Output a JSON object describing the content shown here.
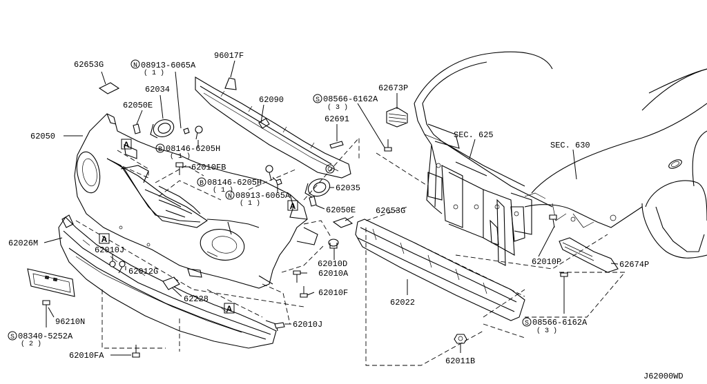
{
  "diagram_code": "J62000WD",
  "reference_box_letter": "A",
  "labels": {
    "l62653G_top": "62653G",
    "lN08913_top": "08913-6065A",
    "lN08913_top_qty": "( 1 )",
    "l96017F": "96017F",
    "l62034": "62034",
    "l62050E_top": "62050E",
    "l62050": "62050",
    "l08146_top": "08146-6205H",
    "l08146_top_qty": "( 1 )",
    "l62010FB": "62010FB",
    "l62090": "62090",
    "l62691": "62691",
    "l08146_mid": "08146-6205H",
    "l08146_mid_qty": "( 1 )",
    "lN08913_mid": "08913-6065A",
    "lN08913_mid_qty": "( 1 )",
    "l62035": "62035",
    "l62050E_mid": "62050E",
    "l62653G_mid": "62653G",
    "lS08566_top": "08566-6162A",
    "lS08566_top_qty": "( 3 )",
    "l62673P": "62673P",
    "lSEC625": "SEC. 625",
    "lSEC630": "SEC. 630",
    "l62026M": "62026M",
    "l62010J_left": "62010J",
    "l62012G": "62012G",
    "l62228": "62228",
    "l62010D": "62010D",
    "l62010A": "62010A",
    "l62010F": "62010F",
    "l62022": "62022",
    "l62010P": "62010P",
    "l62674P": "62674P",
    "l96210N": "96210N",
    "lS08340": "08340-5252A",
    "lS08340_qty": "( 2 )",
    "l62010J_bottom": "62010J",
    "l62010FA": "62010FA",
    "l62011B": "62011B",
    "lS08566_bottom": "08566-6162A",
    "lS08566_bottom_qty": "( 3 )"
  },
  "symbols": {
    "nut_marker": "N",
    "screw_marker": "S",
    "bolt_marker": "B"
  }
}
